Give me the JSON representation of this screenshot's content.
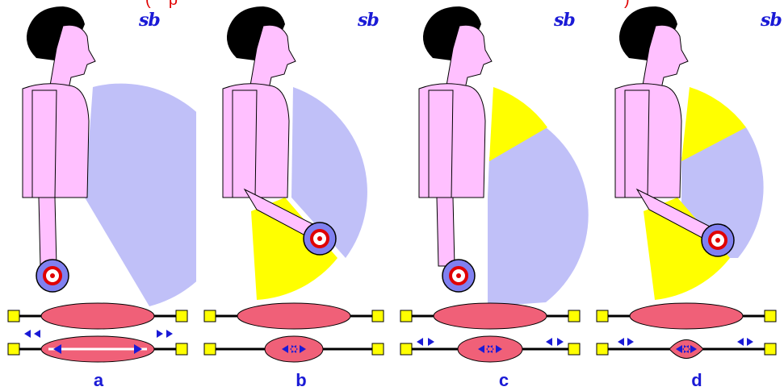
{
  "caption_fragment": "(",
  "caption_fragment_2": "p",
  "caption_end": ")",
  "signature": "sb",
  "panels": [
    {
      "label": "a"
    },
    {
      "label": "b"
    },
    {
      "label": "c"
    },
    {
      "label": "d"
    }
  ],
  "colors": {
    "skin": "#ffc0ff",
    "hair": "#000000",
    "sector": "#c0c0f8",
    "sector_highlight": "#ffff00",
    "muscle": "#f06078",
    "tendon_end": "#ffff00",
    "arrow": "#1a1ad6",
    "weight_outer": "#8080f0",
    "weight_ring": "#e00000",
    "label": "#1a1ad6",
    "caption": "#e00000"
  }
}
